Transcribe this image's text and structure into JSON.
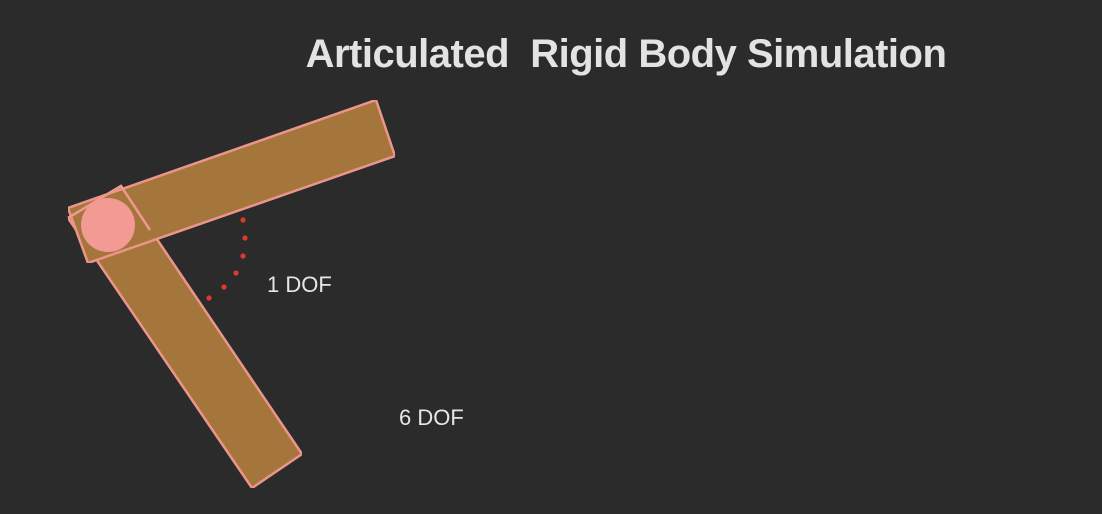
{
  "title": "Articulated  Rigid Body Simulation",
  "labels": {
    "joint_dof": "1 DOF",
    "body_dof": "6 DOF"
  },
  "colors": {
    "background": "#2b2b2b",
    "title": "#e3e3e3",
    "link_fill": "#a8783d",
    "link_stroke": "#f0988e",
    "joint": "#f39a94",
    "rotation_arc": "#e0382f",
    "label_text": "#e6e6e6"
  }
}
